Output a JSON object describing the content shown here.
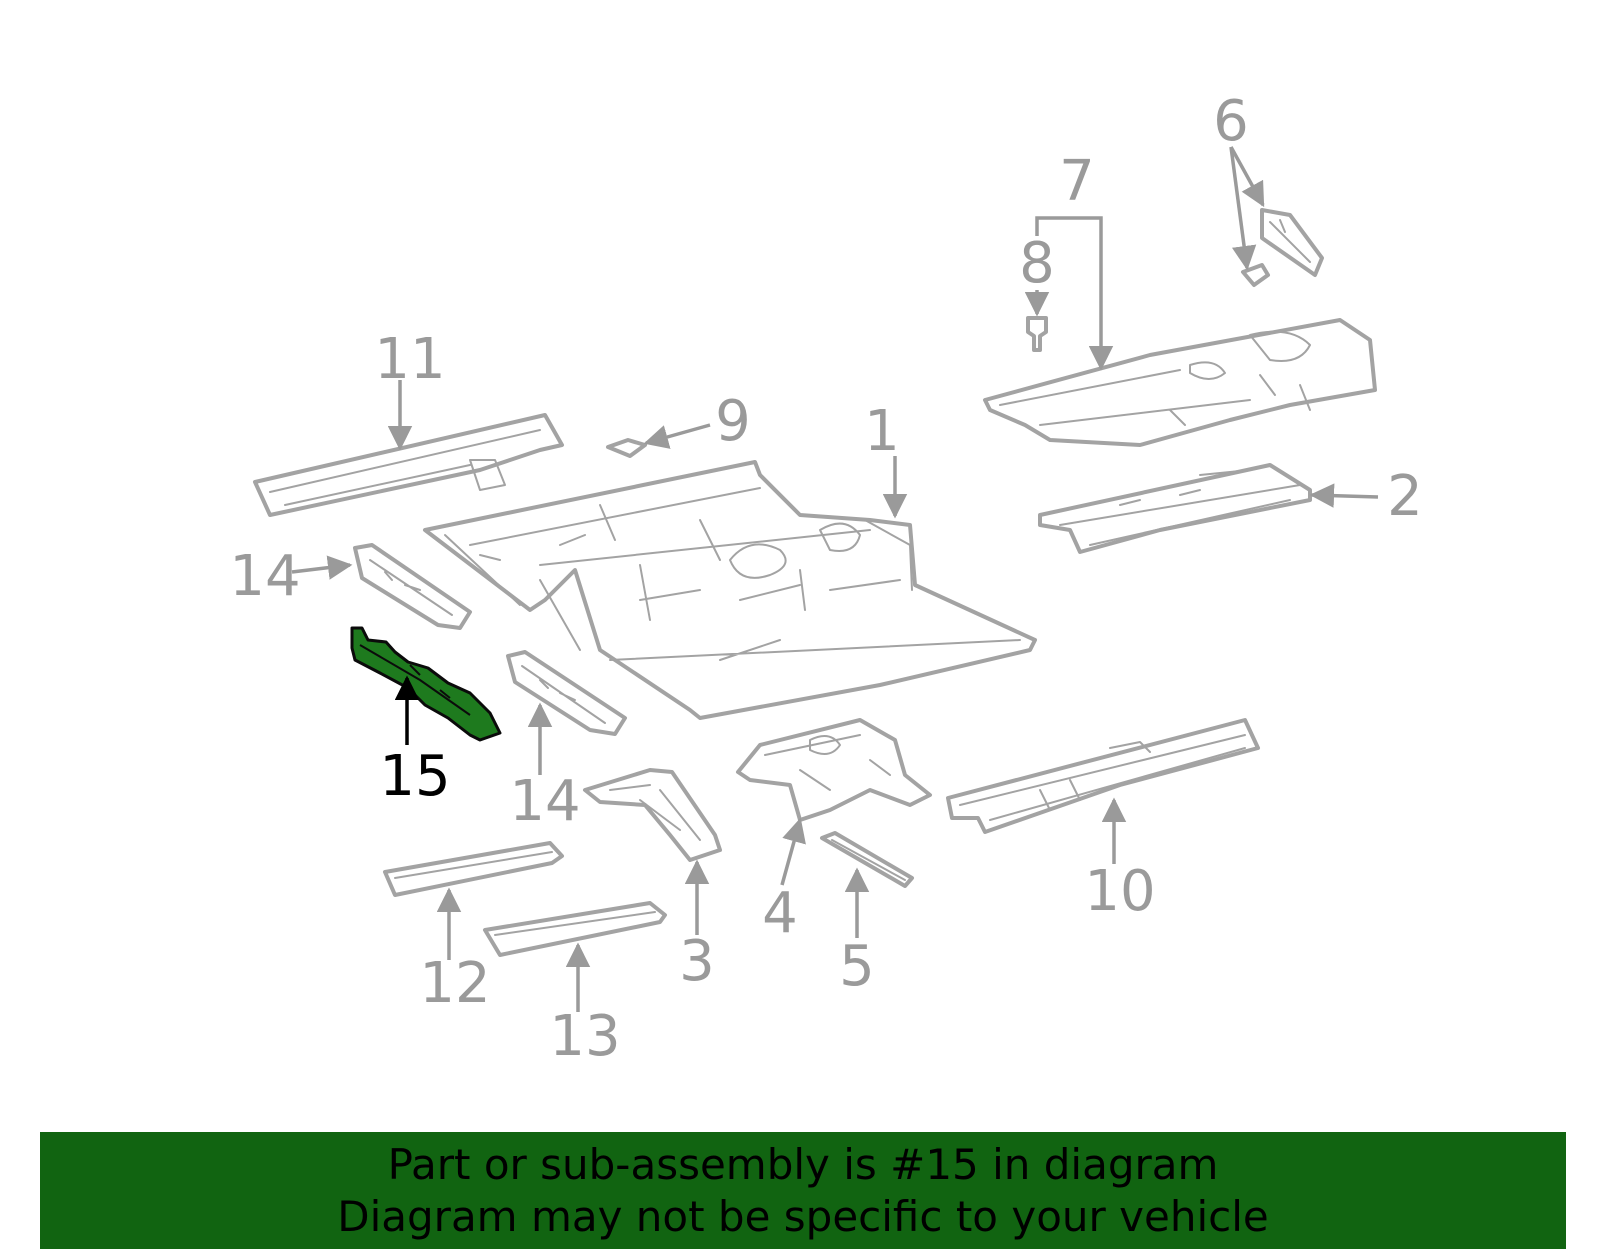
{
  "callouts": [
    {
      "id": "1",
      "label": "1"
    },
    {
      "id": "2",
      "label": "2"
    },
    {
      "id": "3",
      "label": "3"
    },
    {
      "id": "4",
      "label": "4"
    },
    {
      "id": "5",
      "label": "5"
    },
    {
      "id": "6",
      "label": "6"
    },
    {
      "id": "7",
      "label": "7"
    },
    {
      "id": "8",
      "label": "8"
    },
    {
      "id": "9",
      "label": "9"
    },
    {
      "id": "10",
      "label": "10"
    },
    {
      "id": "11",
      "label": "11"
    },
    {
      "id": "12",
      "label": "12"
    },
    {
      "id": "13",
      "label": "13"
    },
    {
      "id": "14a",
      "label": "14"
    },
    {
      "id": "14b",
      "label": "14"
    },
    {
      "id": "15",
      "label": "15"
    }
  ],
  "highlighted_part": "15",
  "colors": {
    "highlight_fill": "#1e7a1e",
    "banner_background": "#116411",
    "line_art": "#a3a3a3",
    "callout_text": "#9a9a9a"
  },
  "banner": {
    "line1": "Part or sub-assembly is #15 in diagram",
    "line2": "Diagram may not be specific to your vehicle"
  }
}
